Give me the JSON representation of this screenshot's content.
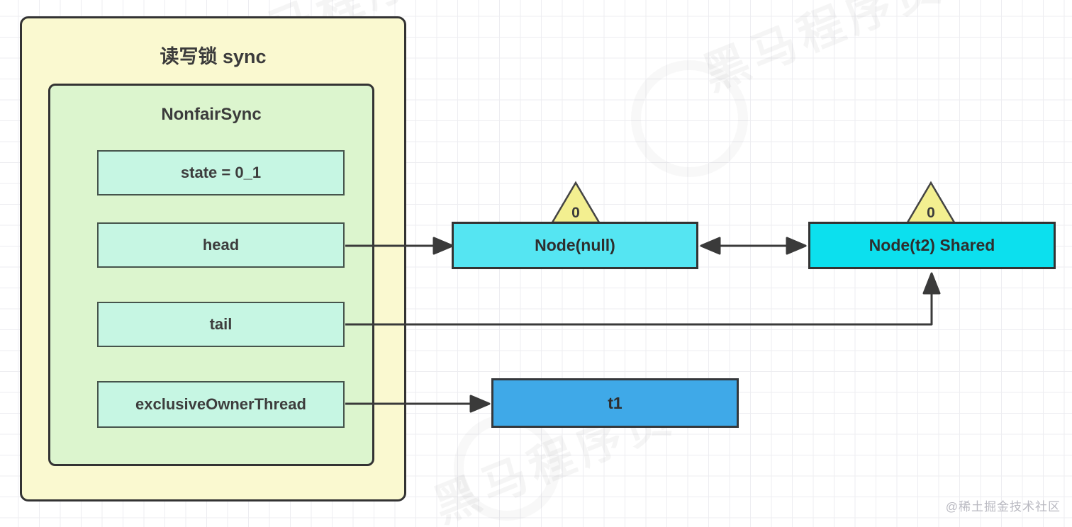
{
  "page": {
    "credit": "@稀土掘金技术社区",
    "watermark_text": "黑马程序员"
  },
  "diagram": {
    "outer_title": "读写锁 sync",
    "inner_title": "NonfairSync",
    "fields": [
      {
        "id": "state",
        "label": "state = 0_1"
      },
      {
        "id": "head",
        "label": "head"
      },
      {
        "id": "tail",
        "label": "tail"
      },
      {
        "id": "exclusiveOwnerThread",
        "label": "exclusiveOwnerThread"
      }
    ],
    "queue_nodes": [
      {
        "label": "Node(null)",
        "wait_status": "0"
      },
      {
        "label": "Node(t2) Shared",
        "wait_status": "0"
      }
    ],
    "thread_node": {
      "label": "t1"
    },
    "colors": {
      "outer_fill": "#faf9d0",
      "inner_fill": "#dcf5ce",
      "field_fill": "#c6f6e3",
      "node_head_fill": "#55e5f2",
      "node_shared_fill": "#0ce0ee",
      "thread_fill": "#3fa9e8",
      "triangle_fill": "#f3ef90",
      "line_color": "#3a3a3a"
    }
  }
}
